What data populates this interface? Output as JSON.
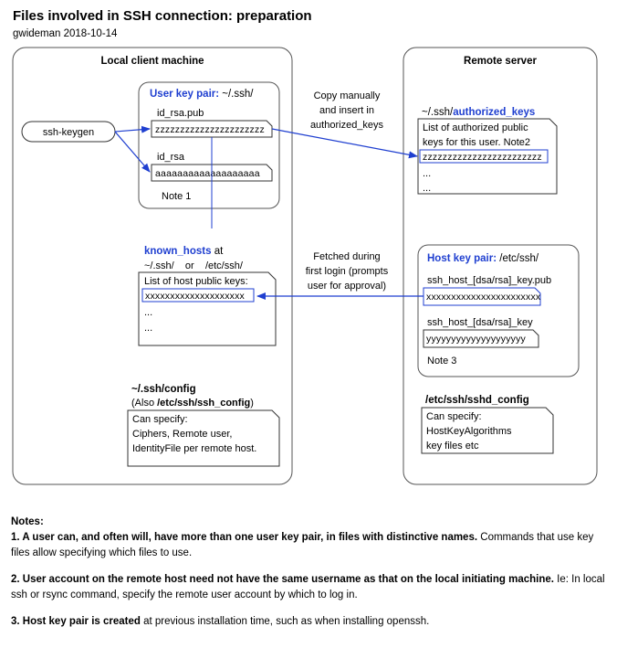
{
  "header": {
    "title": "Files involved in SSH connection: preparation",
    "author": "gwideman 2018-10-14"
  },
  "local": {
    "title": "Local client machine",
    "keygen": "ssh-keygen",
    "user_key_pair_label": "User key pair:",
    "user_key_pair_path": " ~/.ssh/",
    "pub_file": "id_rsa.pub",
    "pub_value": "zzzzzzzzzzzzzzzzzzzzzz",
    "priv_file": "id_rsa",
    "priv_value": "aaaaaaaaaaaaaaaaaaa",
    "note1": "Note 1",
    "known_hosts_label": "known_hosts",
    "known_hosts_at": "at",
    "known_hosts_paths": "~/.ssh/    or    /etc/ssh/",
    "known_hosts_heading": "List of host public keys:",
    "known_hosts_value": "xxxxxxxxxxxxxxxxxxxx",
    "ellipsis": "...",
    "config_label": "~/.ssh/config",
    "config_also_prefix": "(Also ",
    "config_also_path": "/etc/ssh/ssh_config",
    "config_also_suffix": ")",
    "config_lines": [
      "Can specify:",
      "Ciphers, Remote user,",
      "IdentityFile per remote host."
    ]
  },
  "middle": {
    "copy_lines": [
      "Copy manually",
      "and insert in",
      "authorized_keys"
    ],
    "fetch_lines": [
      "Fetched during",
      "first login (prompts",
      "user for approval)"
    ]
  },
  "remote": {
    "title": "Remote server",
    "auth_prefix": "~/.ssh/",
    "auth_label": "authorized_keys",
    "auth_lines": [
      "List of authorized  public",
      "keys for this user. Note2"
    ],
    "auth_value": "zzzzzzzzzzzzzzzzzzzzzzzz",
    "host_key_pair_label": "Host key pair:",
    "host_key_pair_path": " /etc/ssh/",
    "host_pub_file": "ssh_host_[dsa/rsa]_key.pub",
    "host_pub_value": "xxxxxxxxxxxxxxxxxxxxxxx",
    "host_priv_file": "ssh_host_[dsa/rsa]_key",
    "host_priv_value": "yyyyyyyyyyyyyyyyyyyy",
    "note3": "Note 3",
    "sshd_label": "/etc/ssh/sshd_config",
    "sshd_lines": [
      "Can specify:",
      "HostKeyAlgorithms",
      "key files etc"
    ]
  },
  "notes": {
    "heading": "Notes:",
    "n1_bold": "1. A user can, and often will, have more than one user key pair, in files with distinctive names.",
    "n1_rest": " Commands that use key files allow specifying which files to use.",
    "n2_bold": "2. User account on the remote host need not have the same username as that on the local initiating machine.",
    "n2_rest": " Ie: In local ssh or rsync command, specify the remote user account by which to log in.",
    "n3_bold": "3. Host key pair is created",
    "n3_rest": " at previous installation time, such as when installing openssh."
  },
  "colors": {
    "arrow": "#1f3fd0",
    "label_blue": "#1f3fd0",
    "border": "#555555"
  }
}
